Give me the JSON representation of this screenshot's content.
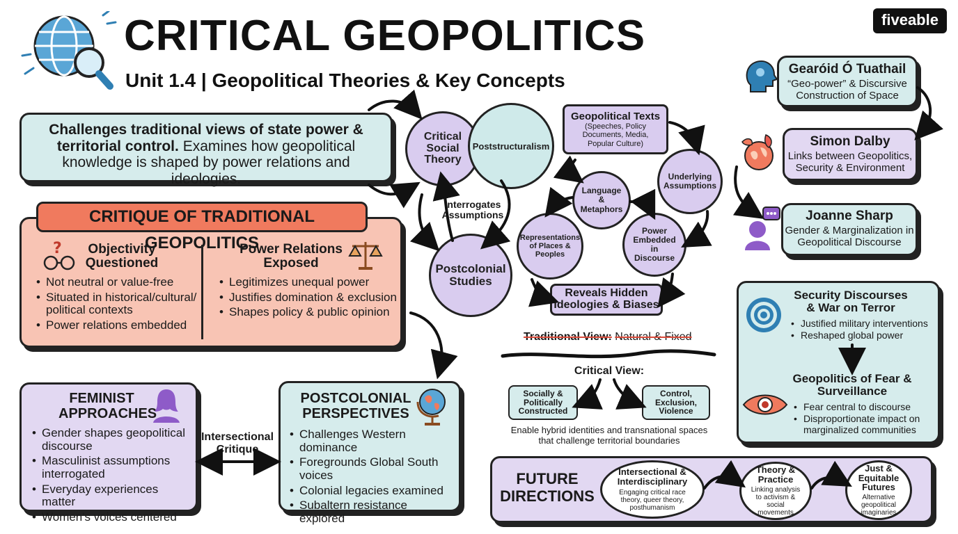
{
  "header": {
    "title": "CRITICAL GEOPOLITICS",
    "subtitle": "Unit 1.4 | Geopolitical Theories & Key Concepts",
    "brand": "fiveable",
    "globe_icon": "globe-magnifier-icon"
  },
  "intro": {
    "bold": "Challenges traditional views of state power & territorial control.",
    "rest": " Examines how geopolitical knowledge is shaped by power relations and ideologies."
  },
  "venn": {
    "c1": "Critical Social Theory",
    "c2": "Poststructuralism",
    "c3": "Postcolonial Studies",
    "center": "Interrogates Assumptions"
  },
  "critique": {
    "title": "CRITIQUE OF TRADITIONAL GEOPOLITICS",
    "left": {
      "heading": "Objectivity Questioned",
      "icon": "glasses-question-icon",
      "items": [
        "Not neutral or value-free",
        "Situated in historical/cultural/ political contexts",
        "Power relations embedded"
      ]
    },
    "right": {
      "heading": "Power Relations Exposed",
      "icon": "scales-icon",
      "items": [
        "Legitimizes unequal power",
        "Justifies domination & exclusion",
        "Shapes policy & public opinion"
      ]
    }
  },
  "texts_cycle": {
    "top_title": "Geopolitical Texts",
    "top_sub": "(Speeches, Policy Documents, Media, Popular Culture)",
    "language": "Language & Metaphors",
    "underlying": "Underlying Assumptions",
    "representations": "Representations of Places & Peoples",
    "power": "Power Embedded in Discourse",
    "reveals": "Reveals Hidden Ideologies & Biases"
  },
  "views": {
    "traditional_label": "Traditional View:",
    "traditional_value": "Natural & Fixed",
    "critical": "Critical View:",
    "left": "Socially & Politically Constructed",
    "right": "Control, Exclusion, Violence",
    "caption": "Enable hybrid identities and transnational spaces that challenge territorial boundaries"
  },
  "thinkers": [
    {
      "name": "Gearóid Ó Tuathail",
      "desc": "“Geo-power” & Discursive Construction of Space",
      "icon": "head-profile-icon"
    },
    {
      "name": "Simon Dalby",
      "desc": "Links between Geopolitics, Security & Environment",
      "icon": "earth-leaf-icon"
    },
    {
      "name": "Joanne Sharp",
      "desc": "Gender & Marginalization in Geopolitical Discourse",
      "icon": "woman-speech-icon"
    }
  ],
  "security": {
    "title1": "Security Discourses & War on Terror",
    "items1": [
      "Justified military interventions",
      "Reshaped global power"
    ],
    "title2": "Geopolitics of Fear & Surveillance",
    "items2": [
      "Fear central to discourse",
      "Disproportionate impact on marginalized communities"
    ]
  },
  "feminist": {
    "title": "FEMINIST APPROACHES",
    "items": [
      "Gender shapes geopolitical discourse",
      "Masculinist assumptions interrogated",
      "Everyday experiences matter",
      "Women's voices centered"
    ]
  },
  "intersectional": "Intersectional Critique",
  "postcolonial": {
    "title": "POSTCOLONIAL PERSPECTIVES",
    "items": [
      "Challenges Western dominance",
      "Foregrounds Global South voices",
      "Colonial legacies examined",
      "Subaltern resistance explored"
    ]
  },
  "future": {
    "title": "FUTURE DIRECTIONS",
    "steps": [
      {
        "title": "Intersectional & Interdisciplinary",
        "desc": "Engaging critical race theory, queer theory, posthumanism"
      },
      {
        "title": "Theory & Practice",
        "desc": "Linking analysis to activism & social movements"
      },
      {
        "title": "Just & Equitable Futures",
        "desc": "Alternative geopolitical imaginaries"
      }
    ]
  },
  "colors": {
    "teal": "#d6ecec",
    "lavender": "#e2d8f2",
    "salmon": "#f8c4b4",
    "coral": "#f07a5e",
    "blue": "#2f7fb3",
    "purple": "#8e5bc8"
  }
}
